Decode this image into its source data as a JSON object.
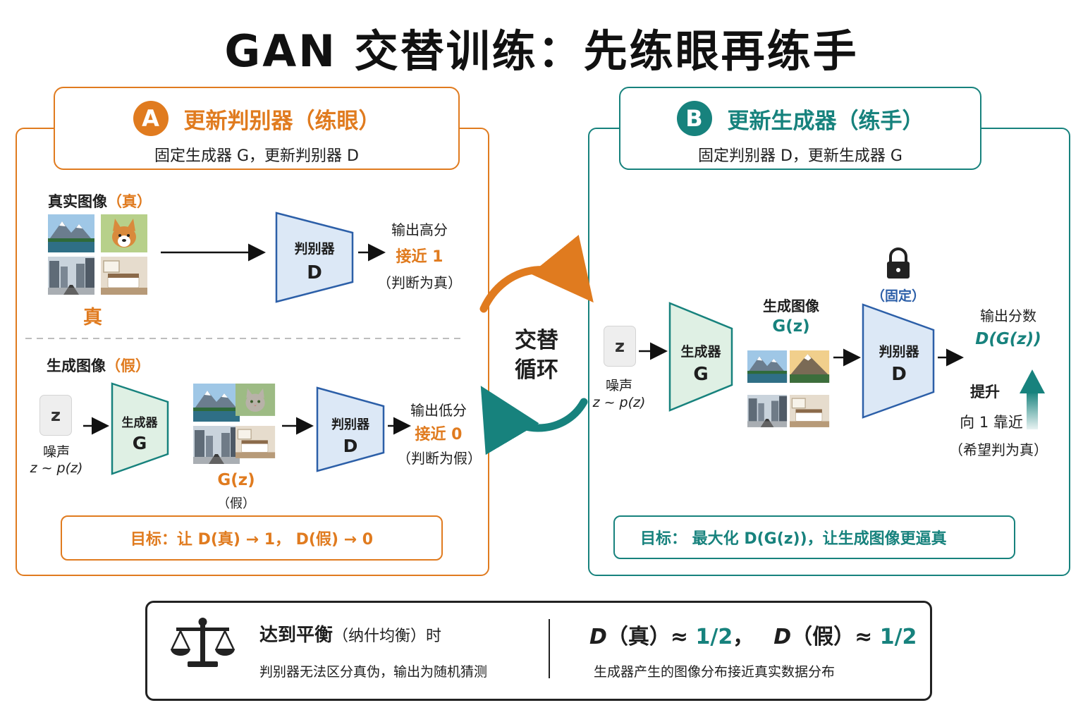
{
  "title": "GAN 交替训练：先练眼再练手",
  "panel_a": {
    "badge": "A",
    "title": "更新判别器（练眼）",
    "subtitle": "固定生成器 G，更新判别器 D",
    "real": {
      "label": "真实图像",
      "tag": "（真）",
      "caption": "真",
      "images": [
        "mountain-lake",
        "corgi-dog",
        "city-street",
        "bedroom"
      ],
      "disc_name": "判别器",
      "disc_letter": "D",
      "out_title": "输出高分",
      "out_value": "接近 1",
      "out_note": "（判断为真）"
    },
    "fake": {
      "label": "生成图像",
      "tag": "（假）",
      "z": "z",
      "noise": "噪声",
      "dist": "z ~ p(z)",
      "gen_name": "生成器",
      "gen_letter": "G",
      "images": [
        "mountain-lake",
        "cat",
        "city-street",
        "bedroom"
      ],
      "gz": "G(z)",
      "gz_note": "（假）",
      "disc_name": "判别器",
      "disc_letter": "D",
      "out_title": "输出低分",
      "out_value": "接近 0",
      "out_note": "（判断为假）"
    },
    "goal": "目标：让 D(真) → 1，  D(假) → 0"
  },
  "center": {
    "line1": "交替",
    "line2": "循环"
  },
  "panel_b": {
    "badge": "B",
    "title": "更新生成器（练手）",
    "subtitle": "固定判别器 D，更新生成器 G",
    "z": "z",
    "noise": "噪声",
    "dist": "z ~ p(z)",
    "gen_name": "生成器",
    "gen_letter": "G",
    "gen_images_label": "生成图像",
    "gz": "G(z)",
    "images": [
      "mountain-lake",
      "mountain-peak",
      "city-street",
      "bedroom"
    ],
    "lock_icon": "lock-icon",
    "fixed": "（固定）",
    "disc_name": "判别器",
    "disc_letter": "D",
    "out_title": "输出分数",
    "out_value": "D(G(z))",
    "raise": "提升",
    "raise_target": "向 1 靠近",
    "raise_note": "（希望判为真）",
    "goal": "目标：  最大化 D(G(z))，让生成图像更逼真"
  },
  "bottom": {
    "icon": "scale-icon",
    "heading": "达到平衡",
    "heading_note": "（纳什均衡）时",
    "left_desc": "判别器无法区分真伪，输出为随机猜测",
    "eq_d1": "D",
    "eq_real": "（真）≈ ",
    "eq_half1": "1/2",
    "eq_sep": "，",
    "eq_d2": "D",
    "eq_fake": "（假）≈ ",
    "eq_half2": "1/2",
    "right_desc": "生成器产生的图像分布接近真实数据分布"
  },
  "colors": {
    "orange": "#e07b1f",
    "teal": "#17827d",
    "disc_fill": "#dce8f6",
    "disc_stroke": "#2c5fa8",
    "gen_fill": "#dff0e4",
    "gen_stroke": "#17827d"
  }
}
